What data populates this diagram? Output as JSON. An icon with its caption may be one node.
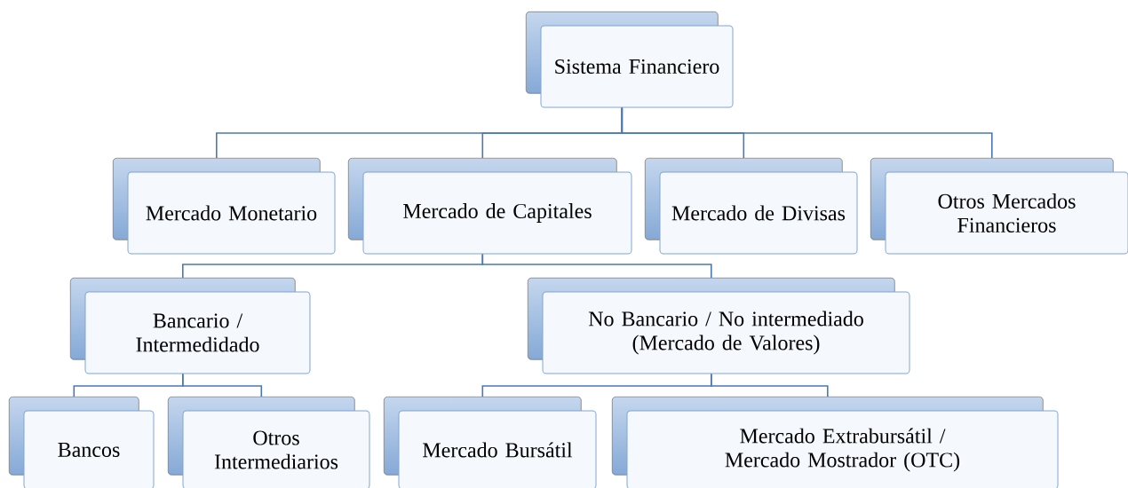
{
  "diagram": {
    "nodes": [
      {
        "text": [
          "Sistema Financiero"
        ]
      },
      {
        "text": [
          "Mercado Monetario"
        ]
      },
      {
        "text": [
          "Mercado de Capitales"
        ]
      },
      {
        "text": [
          "Mercado de Divisas"
        ]
      },
      {
        "text": [
          "Otros Mercados Financieros"
        ]
      },
      {
        "text": [
          "Bancario / Intermedidado"
        ]
      },
      {
        "text": [
          "No Bancario / No intermediado (Mercado de Valores)"
        ]
      },
      {
        "text": [
          "Bancos"
        ]
      },
      {
        "text": [
          "Otros Intermediarios"
        ]
      },
      {
        "text": [
          "Mercado Bursátil"
        ]
      },
      {
        "text": [
          "Mercado Extrabursátil / Mercado Mostrador (OTC)"
        ]
      }
    ],
    "edges": [
      {
        "from": 0,
        "to": 1,
        "arrow": "none"
      },
      {
        "from": 0,
        "to": 2,
        "arrow": "none"
      },
      {
        "from": 0,
        "to": 3,
        "arrow": "none"
      },
      {
        "from": 0,
        "to": 4,
        "arrow": "none"
      },
      {
        "from": 2,
        "to": 5,
        "arrow": "none"
      },
      {
        "from": 2,
        "to": 6,
        "arrow": "none"
      },
      {
        "from": 5,
        "to": 7,
        "arrow": "none"
      },
      {
        "from": 5,
        "to": 8,
        "arrow": "none"
      },
      {
        "from": 6,
        "to": 9,
        "arrow": "none"
      },
      {
        "from": 6,
        "to": 10,
        "arrow": "none"
      }
    ]
  }
}
